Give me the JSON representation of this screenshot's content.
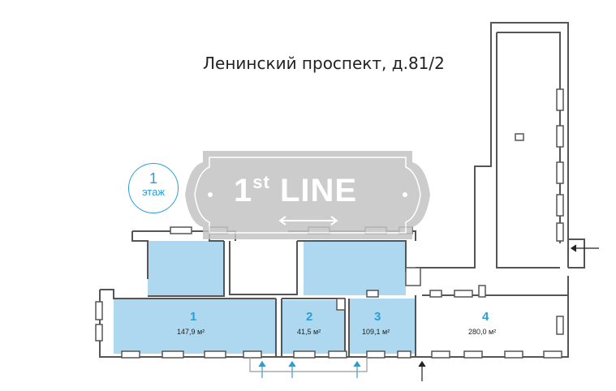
{
  "title": "Ленинский проспект, д.81/2",
  "floor": {
    "number": "1",
    "label": "этаж"
  },
  "logo": {
    "number": "1",
    "suffix": "st",
    "word": "LINE"
  },
  "rooms": [
    {
      "number": "1",
      "area": "147,9 м²",
      "highlighted": true
    },
    {
      "number": "2",
      "area": "41,5 м²",
      "highlighted": true
    },
    {
      "number": "3",
      "area": "109,1 м²",
      "highlighted": true
    },
    {
      "number": "4",
      "area": "280,0 м²",
      "highlighted": false
    }
  ],
  "colors": {
    "highlight_fill": "#aed8ef",
    "accent": "#2a9fd6",
    "wall": "#555555",
    "logo_overlay": "#bdbdbd"
  }
}
